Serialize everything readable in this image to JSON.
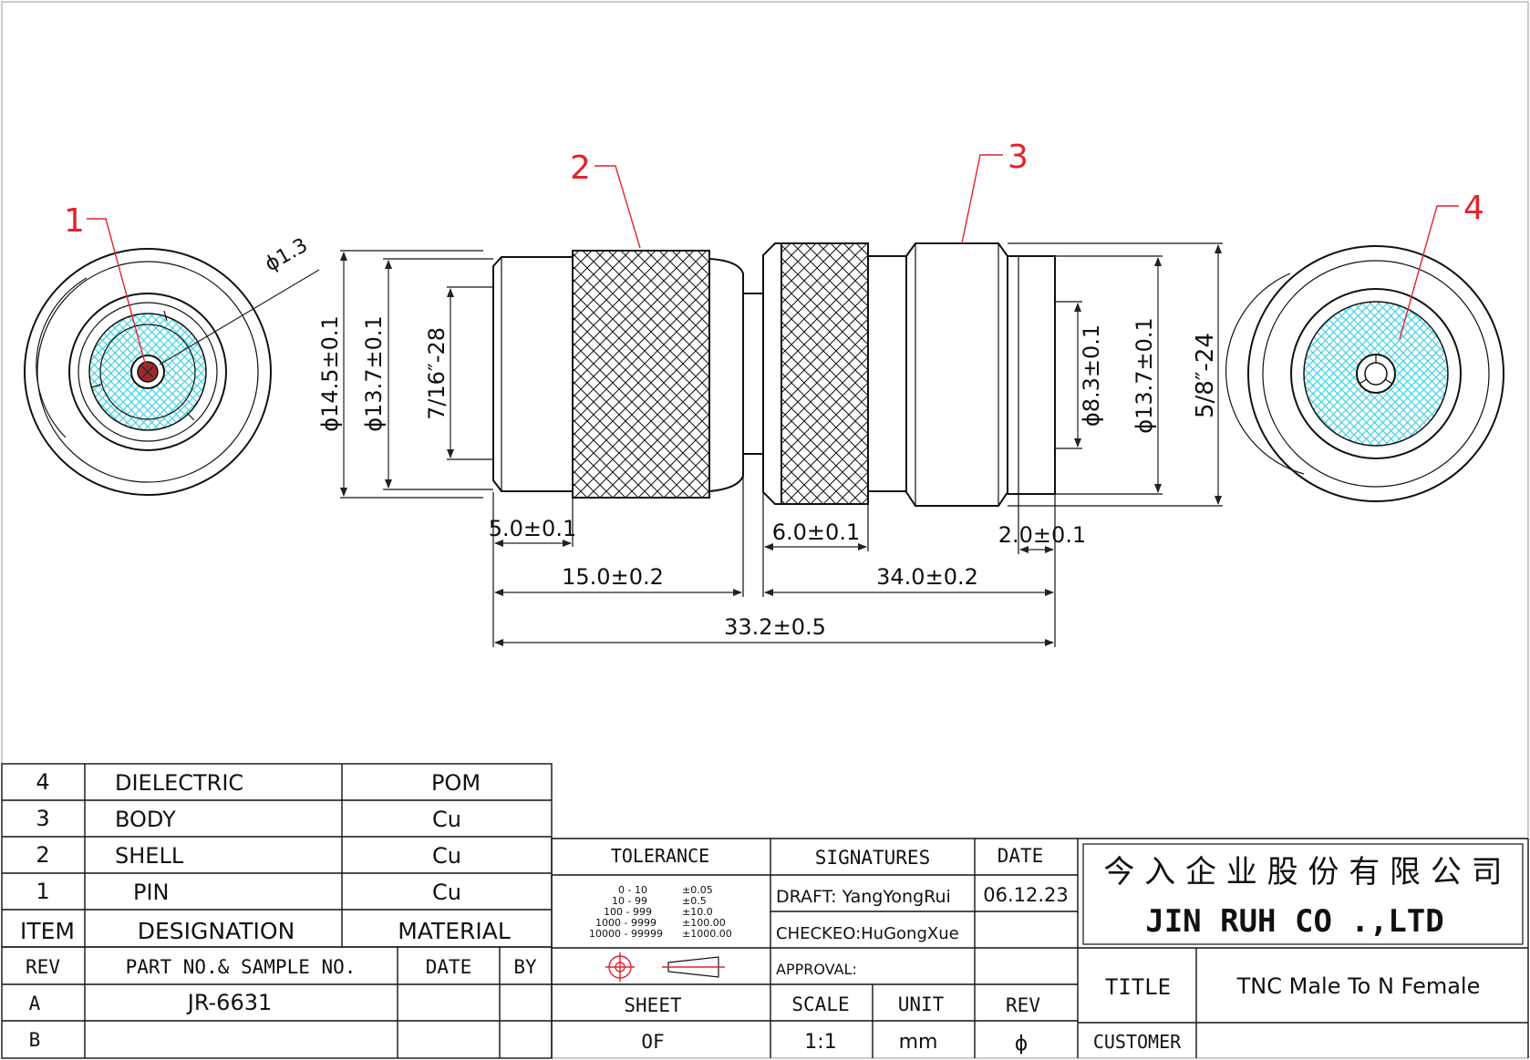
{
  "balloons": {
    "b1": "1",
    "b2": "2",
    "b3": "3",
    "b4": "4"
  },
  "dimensions": {
    "pin_dia": "ϕ1.3",
    "outer_dia": "ϕ14.5±0.1",
    "body_dia_left": "ϕ13.7±0.1",
    "thread_left": "7/16″-28",
    "inner_dia": "ϕ8.3±0.1",
    "body_dia_right": "ϕ13.7±0.1",
    "thread_right": "5/8″-24",
    "len_5": "5.0±0.1",
    "len_6": "6.0±0.1",
    "len_2": "2.0±0.1",
    "len_15": "15.0±0.2",
    "len_34": "34.0±0.2",
    "len_total": "33.2±0.5"
  },
  "bom": {
    "rows": [
      {
        "item": "4",
        "designation": "DIELECTRIC",
        "material": "POM"
      },
      {
        "item": "3",
        "designation": "BODY",
        "material": "Cu"
      },
      {
        "item": "2",
        "designation": "SHELL",
        "material": "Cu"
      },
      {
        "item": "1",
        "designation": "PIN",
        "material": "Cu"
      }
    ],
    "header": {
      "item": "ITEM",
      "designation": "DESIGNATION",
      "material": "MATERIAL"
    }
  },
  "revision": {
    "header": {
      "rev": "REV",
      "part": "PART NO.& SAMPLE NO.",
      "date": "DATE",
      "by": "BY"
    },
    "rows": [
      {
        "rev": "A",
        "part": "JR-6631"
      },
      {
        "rev": "B",
        "part": ""
      }
    ]
  },
  "tolerance": {
    "title": "TOLERANCE",
    "ranges": [
      "0 - 10",
      "10 - 99",
      "100 - 999",
      "1000 - 9999",
      "10000 - 99999"
    ],
    "values": [
      "±0.05",
      "±0.5",
      "±10.0",
      "±100.00",
      "±1000.00"
    ]
  },
  "sheet": {
    "sheet_label": "SHEET",
    "of_label": "OF"
  },
  "signatures": {
    "title": "SIGNATURES",
    "draft": "DRAFT: YangYongRui",
    "checked": "CHECKEO:HuGongXue",
    "approval": "APPROVAL:"
  },
  "date_block": {
    "label": "DATE",
    "value": "06.12.23"
  },
  "scale_block": {
    "scale_label": "SCALE",
    "scale_value": "1:1",
    "unit_label": "UNIT",
    "unit_value": "mm",
    "rev_label": "REV",
    "rev_value": "ϕ"
  },
  "company": {
    "name_cn": "今 入 企 业 股 份 有 限 公 司",
    "name_en": "JIN  RUH  CO .,LTD"
  },
  "title_block": {
    "title_label": "TITLE",
    "title_value": "TNC  Male  To  N  Female",
    "customer_label": "CUSTOMER",
    "customer_value": ""
  },
  "colors": {
    "balloon": "#e0242b",
    "dielectric_fill": "#55e0ea",
    "line": "#111111"
  }
}
